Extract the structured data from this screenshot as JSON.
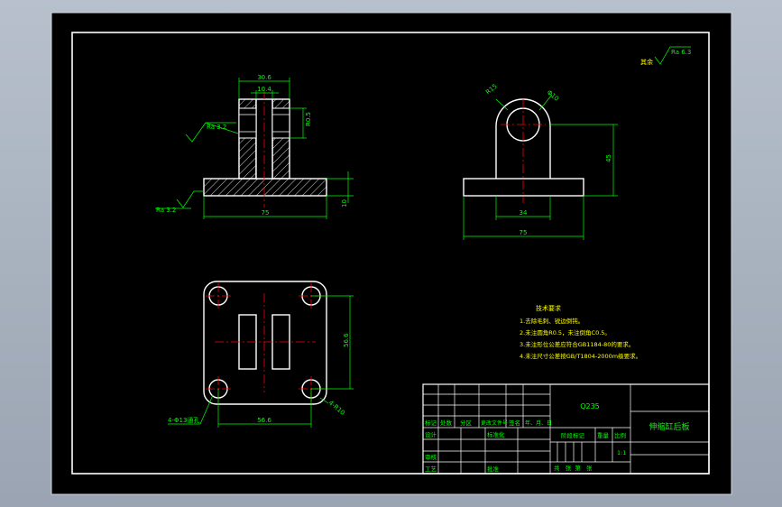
{
  "colors": {
    "bg": "#000000",
    "line": "#ffffff",
    "dim": "#00ff00",
    "center": "#ff0000",
    "text_yellow": "#ffff00",
    "table_text": "#00ff00",
    "frame": "#c8cfd8"
  },
  "front_view": {
    "dim_top_outer": "30.6",
    "dim_top_inner": "10.4",
    "dim_right_small": "R0.5",
    "dim_base_width": "75",
    "dim_base_height": "10",
    "roughness_top": "Ra 3.2",
    "roughness_left": "Ra 3.2"
  },
  "side_view": {
    "dim_radius": "R15",
    "dim_hole": "Φ10",
    "dim_height": "45",
    "dim_inner_width": "34",
    "dim_total_width": "75"
  },
  "top_view": {
    "dim_height": "56.6",
    "dim_width": "56.6",
    "hole_callout": "4-Φ13通孔",
    "corner_radius": "4-R10"
  },
  "surface_finish": {
    "label": "其余",
    "value": "Ra 6.3"
  },
  "tech_req": {
    "title": "技术要求",
    "items": [
      "1.去除毛刺、锐边倒钝。",
      "2.未注圆角R0.5，未注倒角C0.5。",
      "3.未注形位公差应符合GB1184-80的要求。",
      "4.未注尺寸公差按GB/T1804-2000m级要求。"
    ]
  },
  "title_block": {
    "material": "Q235",
    "part_name": "伸缩缸后板",
    "row_labels": [
      "标记",
      "处数",
      "分区",
      "更改文件号",
      "签名",
      "年、月、日"
    ],
    "design": "设计",
    "standardization": "标准化",
    "review": "审核",
    "process": "工艺",
    "approve": "批准",
    "stage_mark": "阶段标记",
    "weight": "重量",
    "scale_label": "比例",
    "scale_value": "1:1",
    "sheets": "共   张  第   张"
  }
}
